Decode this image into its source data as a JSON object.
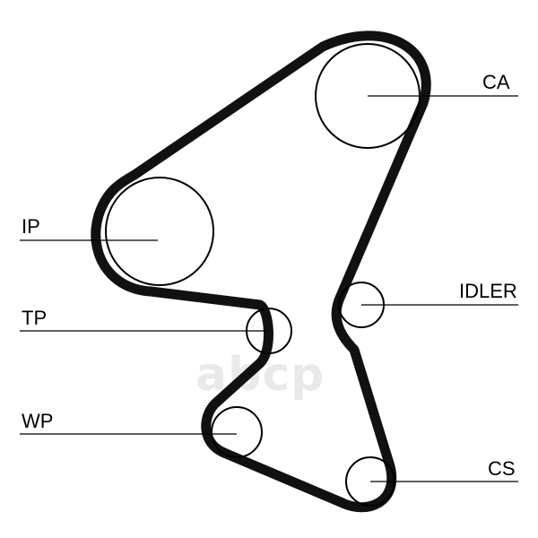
{
  "labels": {
    "ca": "CA",
    "ip": "IP",
    "tp": "TP",
    "wp": "WP",
    "idler": "IDLER",
    "cs": "CS"
  },
  "watermark": "abcp",
  "colors": {
    "belt": "#111111",
    "pulley": "#000000",
    "watermark": "#e9e9e9"
  }
}
